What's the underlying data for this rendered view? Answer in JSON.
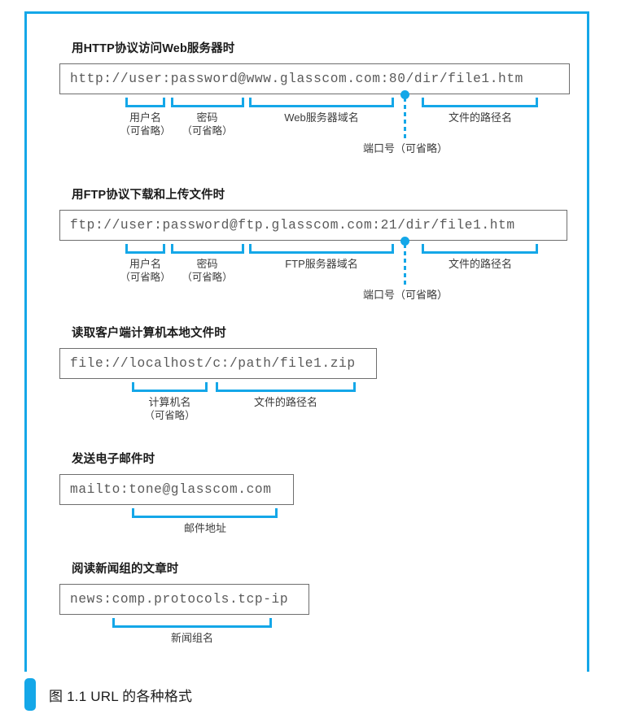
{
  "figure": {
    "caption": "图 1.1   URL 的各种格式",
    "accent_color": "#14a7e8",
    "box_border_color": "#6e6e6e",
    "url_text_color": "#5a5a5a"
  },
  "sections": [
    {
      "id": "http",
      "title": "用HTTP协议访问Web服务器时",
      "url": "http://user:password@www.glasscom.com:80/dir/file1.htm",
      "brackets": [
        {
          "name": "username",
          "label": "用户名",
          "optional": "（可省略）"
        },
        {
          "name": "password",
          "label": "密码",
          "optional": "（可省略）"
        },
        {
          "name": "web-server-domain",
          "label": "Web服务器域名",
          "optional": ""
        },
        {
          "name": "file-path",
          "label": "文件的路径名",
          "optional": ""
        }
      ],
      "port": {
        "name": "port-number",
        "label": "端口号（可省略）"
      }
    },
    {
      "id": "ftp",
      "title": "用FTP协议下载和上传文件时",
      "url": "ftp://user:password@ftp.glasscom.com:21/dir/file1.htm",
      "brackets": [
        {
          "name": "username",
          "label": "用户名",
          "optional": "（可省略）"
        },
        {
          "name": "password",
          "label": "密码",
          "optional": "（可省略）"
        },
        {
          "name": "ftp-server-domain",
          "label": "FTP服务器域名",
          "optional": ""
        },
        {
          "name": "file-path",
          "label": "文件的路径名",
          "optional": ""
        }
      ],
      "port": {
        "name": "port-number",
        "label": "端口号（可省略）"
      }
    },
    {
      "id": "file",
      "title": "读取客户端计算机本地文件时",
      "url": "file://localhost/c:/path/file1.zip",
      "brackets": [
        {
          "name": "computer-name",
          "label": "计算机名",
          "optional": "（可省略）"
        },
        {
          "name": "file-path",
          "label": "文件的路径名",
          "optional": ""
        }
      ],
      "port": null
    },
    {
      "id": "mailto",
      "title": "发送电子邮件时",
      "url": "mailto:tone@glasscom.com",
      "brackets": [
        {
          "name": "mail-address",
          "label": "邮件地址",
          "optional": ""
        }
      ],
      "port": null
    },
    {
      "id": "news",
      "title": "阅读新闻组的文章时",
      "url": "news:comp.protocols.tcp-ip",
      "brackets": [
        {
          "name": "newsgroup-name",
          "label": "新闻组名",
          "optional": ""
        }
      ],
      "port": null
    }
  ]
}
